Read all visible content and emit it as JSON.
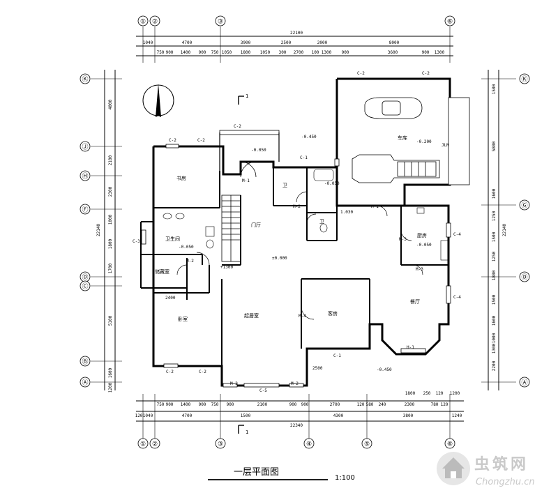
{
  "title": "一层平面图",
  "scale": "1:100",
  "section_mark": "1",
  "axes_top": [
    "①",
    "②",
    "③",
    "⑥"
  ],
  "axes_bottom": [
    "①",
    "②",
    "③",
    "④",
    "⑤",
    "⑥"
  ],
  "axes_left": [
    "Ⓚ",
    "Ⓙ",
    "Ⓗ",
    "Ⓕ",
    "Ⓓ",
    "Ⓒ",
    "Ⓑ",
    "Ⓐ"
  ],
  "axes_right": [
    "Ⓚ",
    "Ⓖ",
    "Ⓓ",
    "Ⓐ"
  ],
  "top_dims": {
    "total": "22100",
    "row1": [
      "1040",
      "4700",
      "3900",
      "2500",
      "2000",
      "8000"
    ],
    "row2": [
      "750",
      "900",
      "1400",
      "900",
      "750",
      "1050",
      "1800",
      "1050",
      "300",
      "2700",
      "100",
      "1300",
      "900",
      "3600",
      "900",
      "1300"
    ]
  },
  "bottom_dims": {
    "total": "22340",
    "row1": [
      "120",
      "1040",
      "4700",
      "1500",
      "4300",
      "3800",
      "1240"
    ],
    "row2": [
      "750",
      "900",
      "1400",
      "900",
      "750",
      "900",
      "2100",
      "900",
      "900",
      "2700",
      "120",
      "580",
      "240",
      "2300",
      "780",
      "120"
    ],
    "extra": [
      "1800",
      "250",
      "120",
      "1200"
    ]
  },
  "left_dims": {
    "total": "22140",
    "segments": [
      "4000",
      "2100",
      "2300",
      "1000",
      "1800",
      "1700",
      "5100",
      "1600",
      "1200"
    ]
  },
  "right_dims": {
    "total": "22140",
    "segments": [
      "1500",
      "5800",
      "1600",
      "1250",
      "1500",
      "1250",
      "1800",
      "1500",
      "1600",
      "1000",
      "1300",
      "2200"
    ]
  },
  "rooms": {
    "garage": "车库",
    "study": "书房",
    "bathroom": "卫生间",
    "storage": "储藏室",
    "bedroom": "卧室",
    "foyer": "门厅",
    "living": "起居室",
    "guest": "客房",
    "kitchen": "厨房",
    "dining": "餐厅",
    "wc": "卫",
    "wc2": "卫"
  },
  "elevations": {
    "outdoor": "-0.450",
    "entrance": "-0.050",
    "garage": "-0.200",
    "bath": "-0.050",
    "wc": "-0.050",
    "kitchen": "-0.050",
    "ground": "±0.000",
    "rear": "-0.450",
    "step": "1.030",
    "stair": "+1300"
  },
  "labels": {
    "c1": "C-1",
    "c2": "C-2",
    "c3": "C-3",
    "c4": "C-4",
    "c5": "C-5",
    "m1": "M-1",
    "m2": "M-2",
    "m3": "M-3",
    "m4": "M-4",
    "h1": "H-1",
    "jlm": "JLM",
    "d2400": "2400",
    "d2500": "2500",
    "d1800": "1800"
  },
  "watermark": {
    "cn": "虫筑网",
    "en": "Chongzhu.cn"
  }
}
